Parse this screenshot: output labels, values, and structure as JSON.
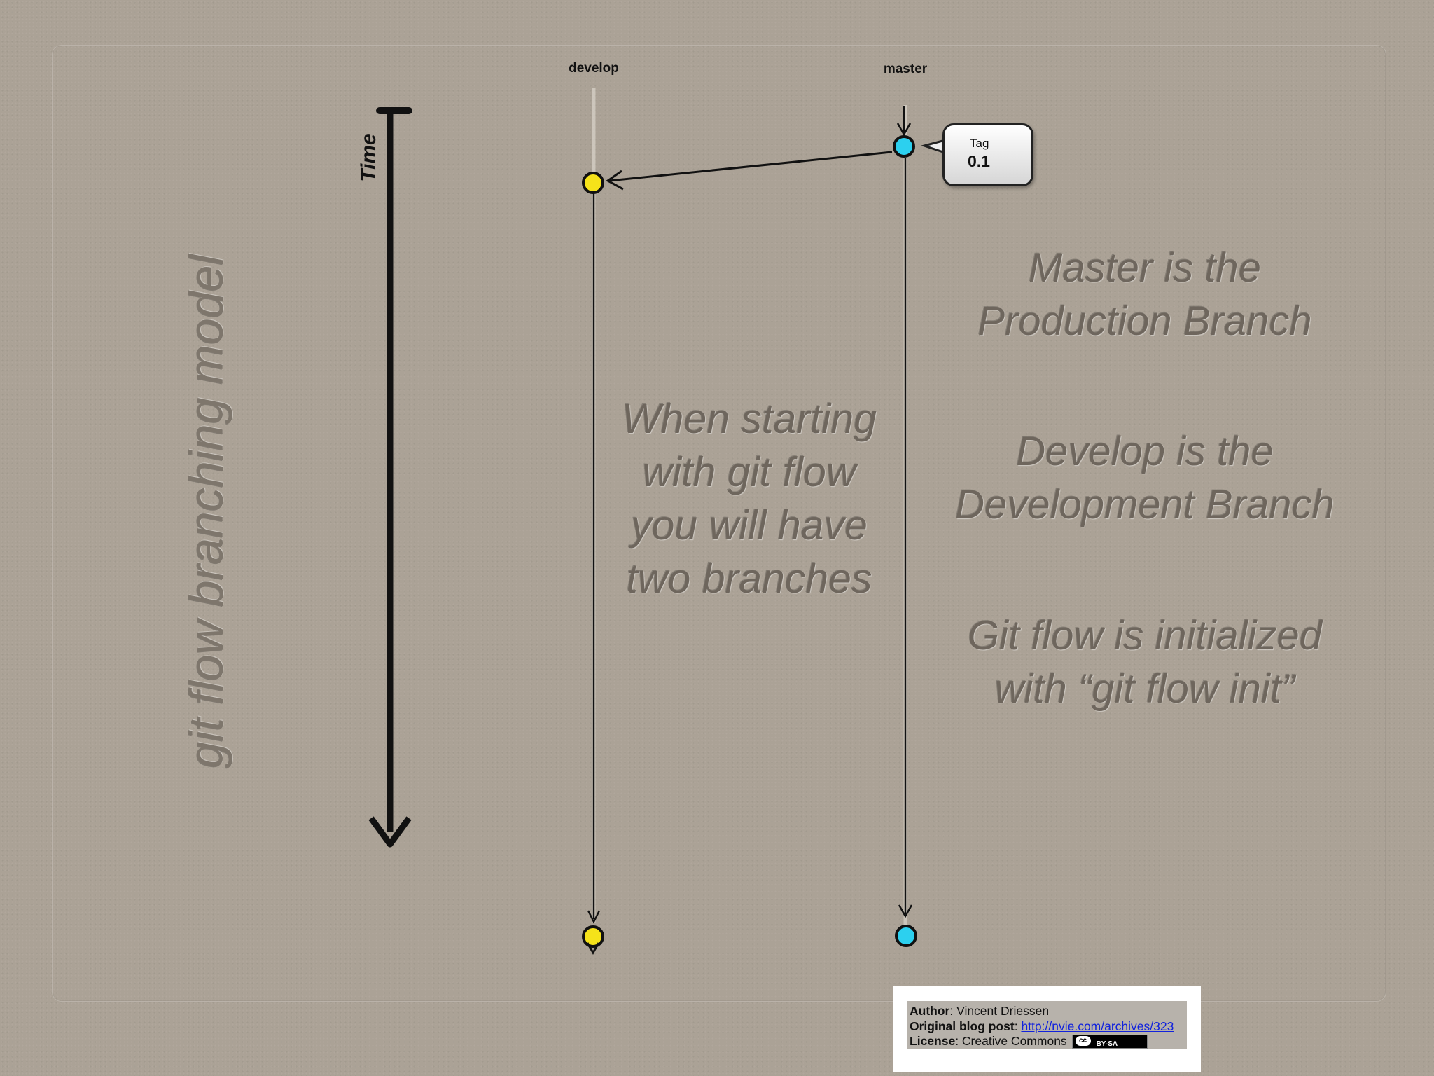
{
  "diagram": {
    "vertical_title": "git flow branching model",
    "time_label": "Time",
    "branches": {
      "develop_label": "develop",
      "master_label": "master",
      "develop_color": "#f5e21a",
      "master_color": "#2cd0ef"
    },
    "tag": {
      "label": "Tag",
      "version": "0.1"
    }
  },
  "text_blocks": {
    "starting": [
      "When starting",
      "with git flow",
      "you will have",
      "two branches"
    ],
    "master_desc": [
      "Master is the",
      "Production Branch"
    ],
    "develop_desc": [
      "Develop is the",
      "Development Branch"
    ],
    "init_desc": [
      "Git flow is initialized",
      "with “git flow init”"
    ]
  },
  "footer": {
    "author_label": "Author",
    "author_value": ": Vincent Driessen",
    "post_label": "Original blog post",
    "post_sep": ": ",
    "post_link": "http://nvie.com/archives/323",
    "license_label": "License",
    "license_value": ": Creative Commons",
    "badge_cc": "cc",
    "badge_text": "BY-SA"
  }
}
